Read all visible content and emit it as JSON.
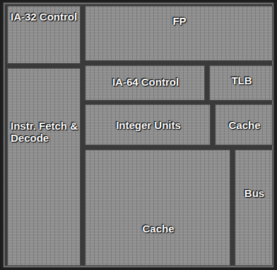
{
  "diagram": {
    "nodes": [
      {
        "text": [
          "IA-32 Control"
        ]
      },
      {
        "text": [
          "FP"
        ]
      },
      {
        "text": [
          "IA-64 Control"
        ]
      },
      {
        "text": [
          "TLB"
        ]
      },
      {
        "text": [
          "Instr. Fetch & Decode"
        ]
      },
      {
        "text": [
          "Integer Units"
        ]
      },
      {
        "text": [
          "Cache"
        ]
      },
      {
        "text": [
          "Cache"
        ]
      },
      {
        "text": [
          "Bus"
        ]
      }
    ]
  }
}
